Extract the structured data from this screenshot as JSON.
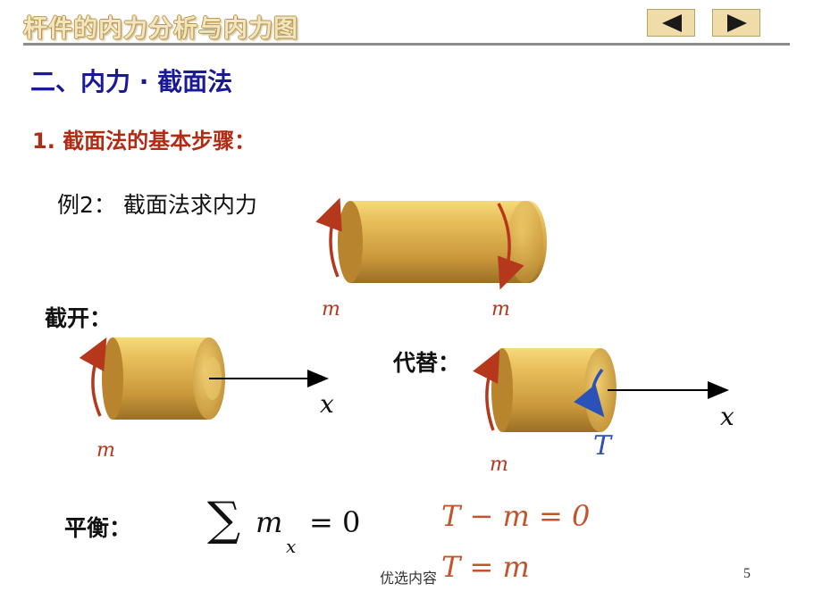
{
  "header": {
    "title": "杆件的内力分析与内力图",
    "prev_label": "previous-slide",
    "next_label": "next-slide"
  },
  "section_title": "二、内力 · 截面法",
  "subtitle": "1.  截面法的基本步骤：",
  "example": "例2：  截面法求内力",
  "cut_label": "截开：",
  "replace_label": "代替：",
  "balance_label": "平衡：",
  "symbols": {
    "m": "m",
    "x": "x",
    "T": "T"
  },
  "equations": {
    "sum_symbol": "∑",
    "sum_var": "m",
    "sum_sub": "x",
    "sum_rhs": "= 0",
    "eq1": "T − m = 0",
    "eq2": "T = m"
  },
  "colors": {
    "title_blue": "#1a1a96",
    "subtitle_red": "#b22b14",
    "moment_red": "#b5381d",
    "torque_blue": "#2a52b8",
    "cylinder_gold": "#d4a642"
  },
  "footer": {
    "text": "优选内容",
    "page": "5"
  }
}
